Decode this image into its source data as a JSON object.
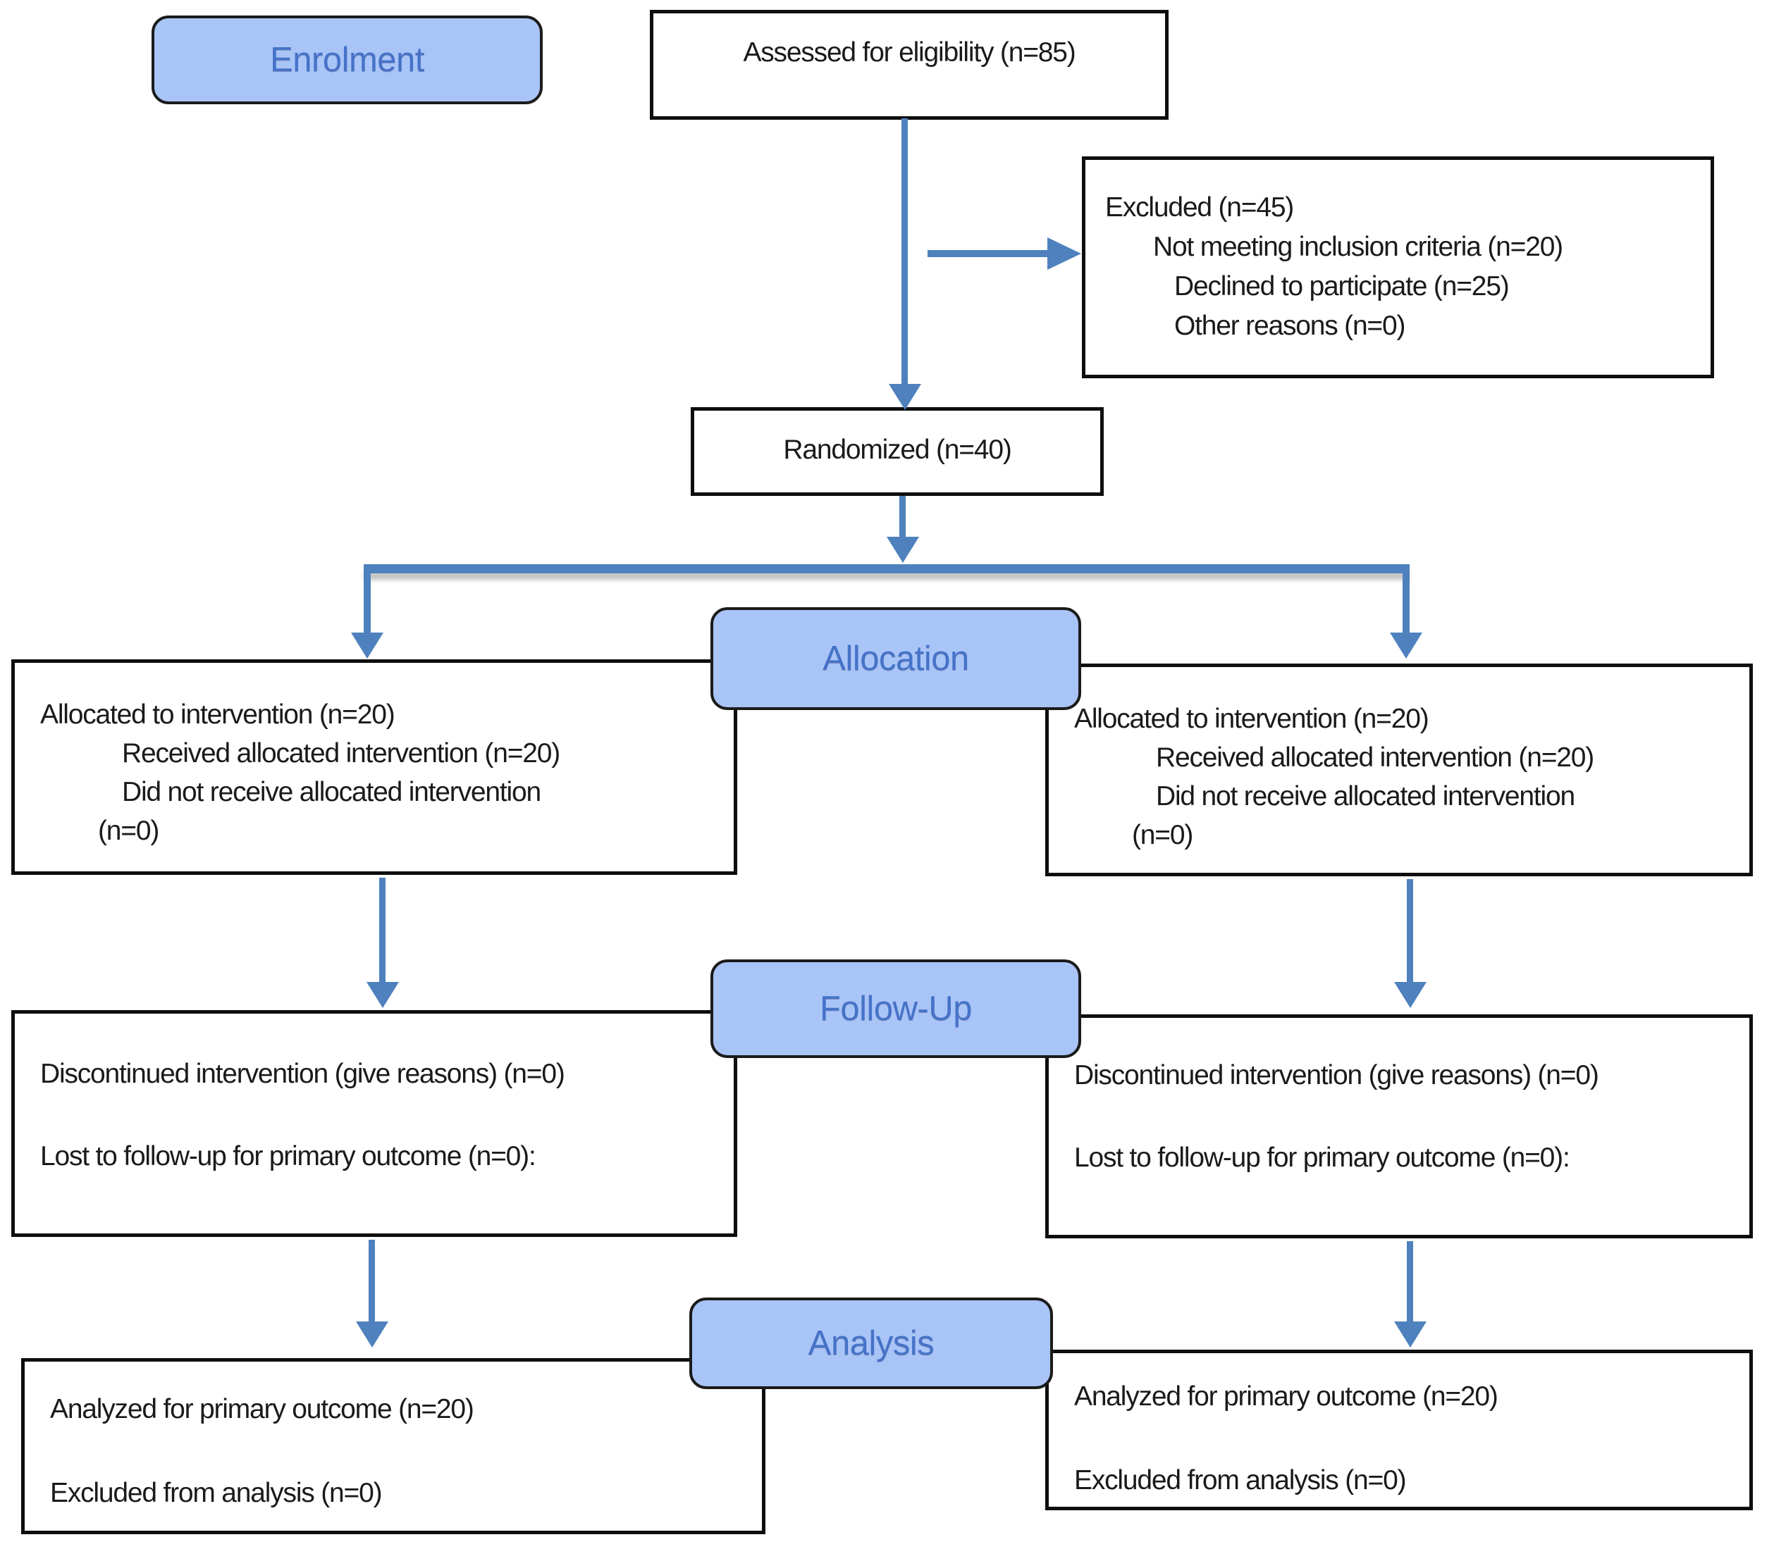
{
  "stages": {
    "enrolment": "Enrolment",
    "allocation": "Allocation",
    "followup": "Follow-Up",
    "analysis": "Analysis"
  },
  "boxes": {
    "assessed": {
      "lines": [
        "Assessed for eligibility (n=85)"
      ]
    },
    "excluded": {
      "lines": [
        "Excluded (n=45)",
        "Not meeting inclusion criteria (n=20)",
        "Declined to participate (n=25)",
        "Other reasons (n=0)"
      ]
    },
    "randomized": {
      "lines": [
        "Randomized (n=40)"
      ]
    },
    "allocation_left": {
      "lines": [
        "Allocated to intervention (n=20)",
        "Received allocated intervention (n=20)",
        "Did not receive allocated intervention",
        "(n=0)"
      ]
    },
    "allocation_right": {
      "lines": [
        "Allocated to intervention (n=20)",
        "Received allocated intervention (n=20)",
        "Did not receive allocated intervention",
        "(n=0)"
      ]
    },
    "followup_left": {
      "lines": [
        "Discontinued intervention (give reasons) (n=0)",
        "Lost to follow-up for primary outcome (n=0):"
      ]
    },
    "followup_right": {
      "lines": [
        "Discontinued intervention (give reasons) (n=0)",
        "Lost to follow-up for primary outcome (n=0):"
      ]
    },
    "analysis_left": {
      "lines": [
        "Analyzed for primary outcome (n=20)",
        "Excluded from analysis (n=0)"
      ]
    },
    "analysis_right": {
      "lines": [
        "Analyzed for primary outcome (n=20)",
        "Excluded from analysis (n=0)"
      ]
    }
  },
  "colors": {
    "label_fill": "#A9C4F7",
    "label_text": "#4673C8",
    "arrow": "#4E81BD",
    "box_border": "#0E0E0E",
    "text": "#1A1A1A",
    "background": "#FFFFFF"
  }
}
